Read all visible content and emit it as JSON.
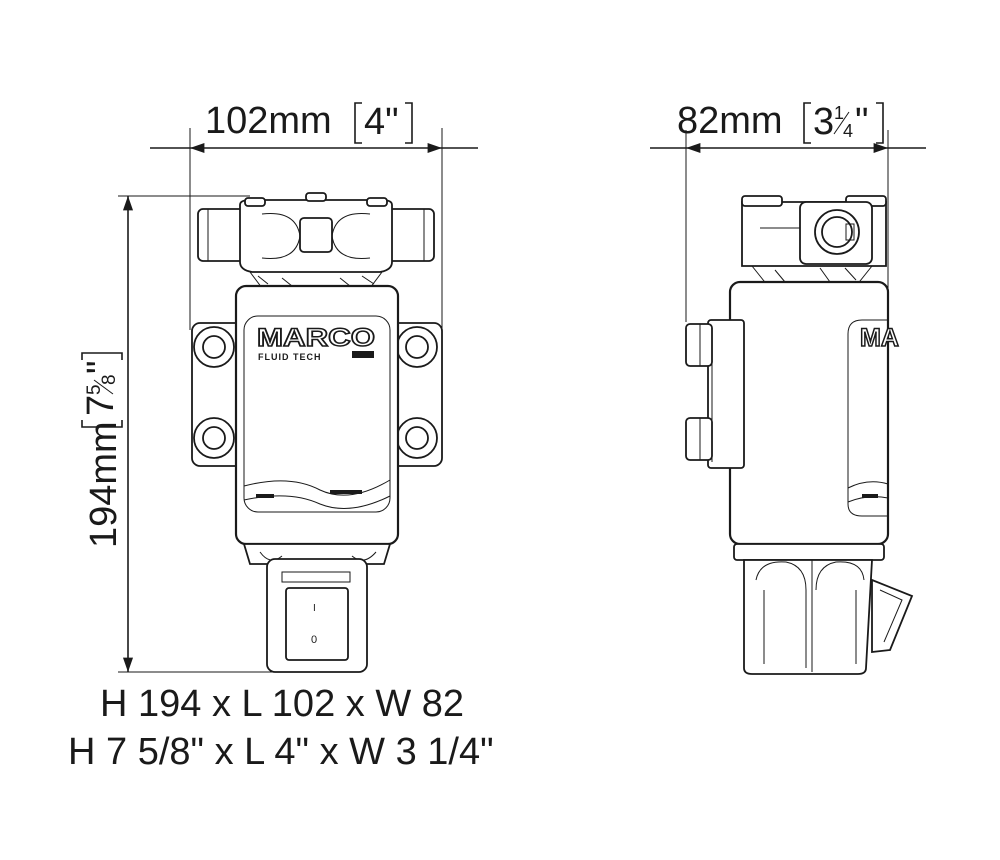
{
  "front_view": {
    "width_label": "102mm",
    "width_bracket": "4\"",
    "height_label": "194mm",
    "height_bracket_whole": "7",
    "height_bracket_num": "5",
    "height_bracket_den": "8",
    "height_bracket_quote": "\"",
    "logo_main": "MARCO",
    "logo_sub": "FLUID TECH",
    "switch_on": "I",
    "switch_off": "0"
  },
  "side_view": {
    "width_label": "82mm",
    "width_bracket_whole": "3",
    "width_bracket_num": "1",
    "width_bracket_den": "4",
    "width_bracket_quote": "\"",
    "logo_partial": "MA"
  },
  "summary": {
    "line_metric": "H 194 x L 102 x W 82",
    "line_imperial": "H 7 5/8\" x L 4\" x W 3 1/4\""
  },
  "colors": {
    "stroke": "#1a1a1a",
    "background": "#ffffff"
  }
}
